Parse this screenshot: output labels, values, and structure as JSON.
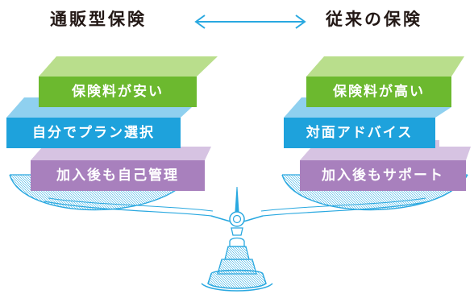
{
  "titles": {
    "left": "通販型保険",
    "right": "従来の保険"
  },
  "left_pan": {
    "items": [
      "保険料が安い",
      "自分でプラン選択",
      "加入後も自己管理"
    ]
  },
  "right_pan": {
    "items": [
      "保険料が高い",
      "対面アドバイス",
      "加入後もサポート"
    ]
  },
  "colors": {
    "green": "#6cb92f",
    "green_top": "#b9de8c",
    "blue": "#1ea2dc",
    "blue_top": "#8fd0ef",
    "purple": "#a880bd",
    "purple_top": "#d6c3e2",
    "scale": "#29a8e0",
    "arrow": "#29a8e0",
    "heading": "#231815"
  },
  "icons": {
    "arrow": "double-headed-arrow",
    "scale": "balance-scale"
  }
}
